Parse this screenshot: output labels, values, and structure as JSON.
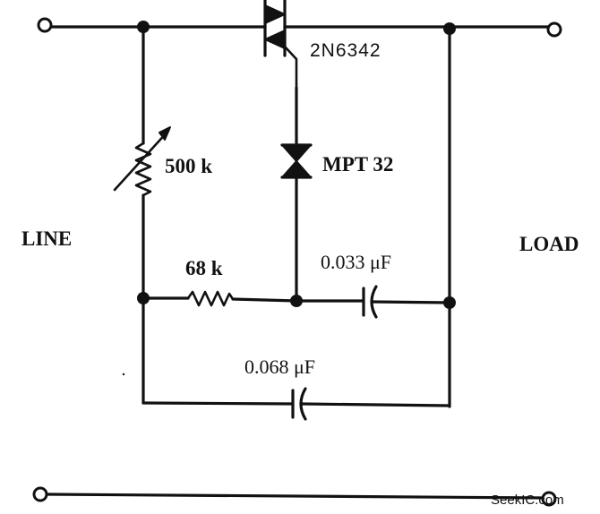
{
  "labels": {
    "line": "LINE",
    "load": "LOAD",
    "triac": "2N6342",
    "diac": "MPT 32",
    "potentiometer": "500 k",
    "resistor": "68 k",
    "capacitor_small": "0.033 μF",
    "capacitor_large": "0.068 μF"
  },
  "watermark": "SeekIC.com",
  "colors": {
    "ink": "#111111",
    "background": "#ffffff"
  }
}
